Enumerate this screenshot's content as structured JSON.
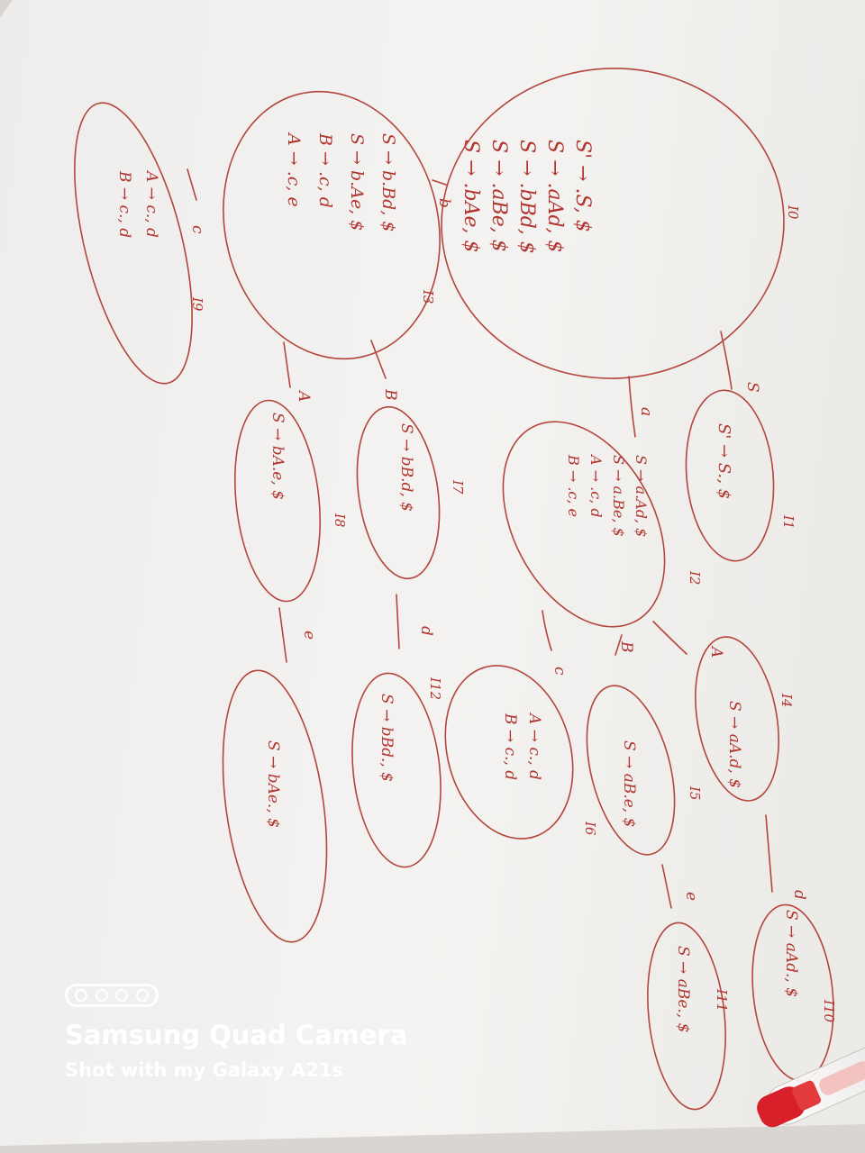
{
  "states": [
    {
      "id": "I0",
      "label": "I0",
      "items": [
        "S' → .S, $",
        "S → .aAd, $",
        "S → .bBd, $",
        "S → .aBe, $",
        "S → .bAe, $"
      ]
    },
    {
      "id": "I1",
      "label": "I1",
      "items": [
        "S' → S., $"
      ]
    },
    {
      "id": "I2",
      "label": "I2",
      "items": [
        "S → a.Ad, $",
        "S → a.Be, $",
        "A → .c, d",
        "B → .c, e"
      ]
    },
    {
      "id": "I3",
      "label": "I3",
      "items": [
        "S → b.Bd, $",
        "S → b.Ae, $",
        "B → .c, d",
        "A → .c, e"
      ]
    },
    {
      "id": "I4",
      "label": "I4",
      "items": [
        "S → aA.d, $"
      ]
    },
    {
      "id": "I5",
      "label": "I5",
      "items": [
        "S → aB.e, $"
      ]
    },
    {
      "id": "I6",
      "label": "I6",
      "items": [
        "A → c., d",
        "B → c., d"
      ]
    },
    {
      "id": "I7",
      "label": "I7",
      "items": [
        "S → bB.d, $"
      ]
    },
    {
      "id": "I8",
      "label": "I8",
      "items": [
        "S → bA.e, $"
      ]
    },
    {
      "id": "I9",
      "label": "I9",
      "items": [
        "A → c., d",
        "B → c., d"
      ]
    },
    {
      "id": "I10",
      "label": "I10",
      "items": [
        "S → aAd., $"
      ]
    },
    {
      "id": "I11",
      "label": "I11",
      "items": [
        "S → aBe., $"
      ]
    },
    {
      "id": "I12",
      "label": "I12",
      "items": [
        "S → bBd., $"
      ]
    },
    {
      "id": "I13",
      "label": "",
      "items": [
        "S → bAe., $"
      ]
    }
  ],
  "transitions": [
    {
      "symbol": "S"
    },
    {
      "symbol": "a"
    },
    {
      "symbol": "b"
    },
    {
      "symbol": "A"
    },
    {
      "symbol": "B"
    },
    {
      "symbol": "c"
    },
    {
      "symbol": "d"
    },
    {
      "symbol": "e"
    },
    {
      "symbol": "B"
    },
    {
      "symbol": "A"
    },
    {
      "symbol": "c"
    },
    {
      "symbol": "d"
    },
    {
      "symbol": "e"
    }
  ],
  "watermark": {
    "title": "Samsung Quad Camera",
    "subtitle": "Shot with my Galaxy A21s",
    "color": "#ffffff"
  },
  "ink_color": "#b2352f"
}
